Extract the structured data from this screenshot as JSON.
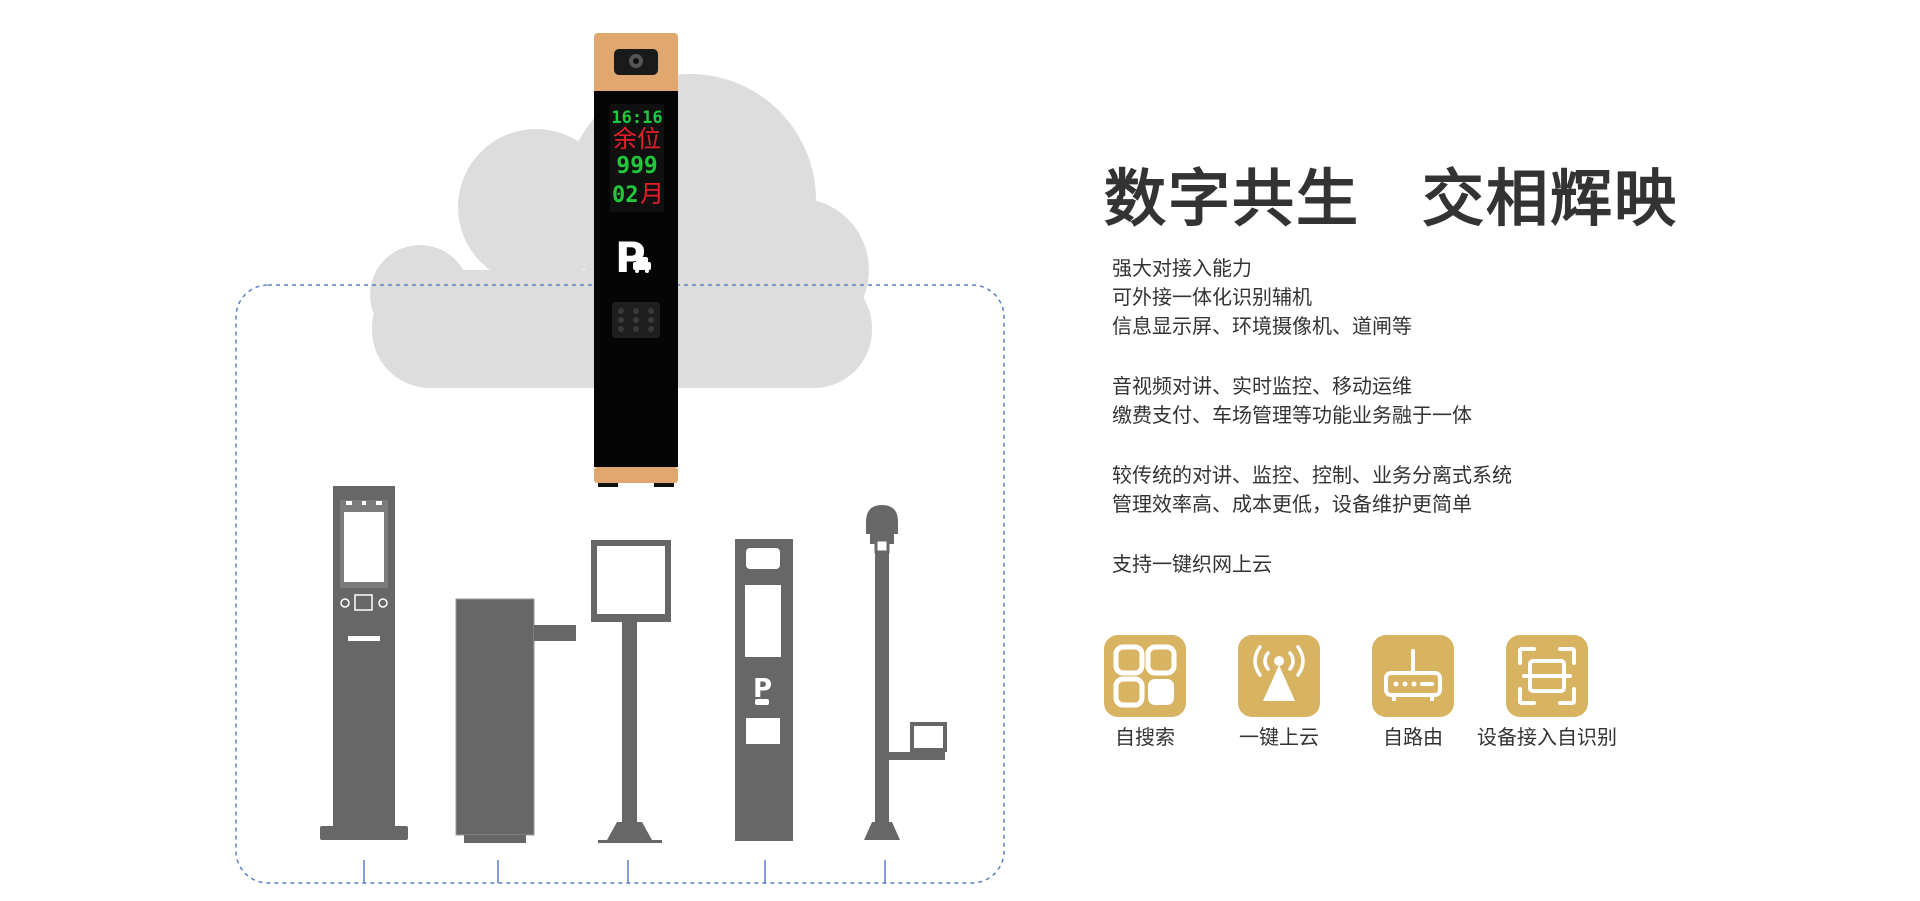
{
  "kiosk_display": {
    "time": "16:16",
    "spaces_label": "余位",
    "spaces_count": "999",
    "month_number": "02",
    "month_label": "月",
    "parking_letter": "P"
  },
  "title_left": "数字共生",
  "title_right": "交相辉映",
  "paragraphs": [
    [
      "强大对接入能力",
      "可外接一体化识别辅机",
      "信息显示屏、环境摄像机、道闸等"
    ],
    [
      "音视频对讲、实时监控、移动运维",
      "缴费支付、车场管理等功能业务融于一体"
    ],
    [
      "较传统的对讲、监控、控制、业务分离式系统",
      "管理效率高、成本更低，设备维护更简单"
    ],
    [
      "支持一键织网上云"
    ]
  ],
  "features": [
    {
      "label": "自搜索",
      "icon": "grid-search-icon"
    },
    {
      "label": "一键上云",
      "icon": "signal-tower-icon"
    },
    {
      "label": "自路由",
      "icon": "router-icon"
    },
    {
      "label": "设备接入自识别",
      "icon": "scan-frame-icon"
    }
  ],
  "colors": {
    "accent_gold": "#D8B462",
    "device_gray": "#676767",
    "cloud_gray": "#DDDDDD",
    "dashed_blue": "#5B7FC7",
    "led_green": "#21C83C",
    "led_red": "#E3202A",
    "kiosk_copper": "#E0A86E"
  }
}
